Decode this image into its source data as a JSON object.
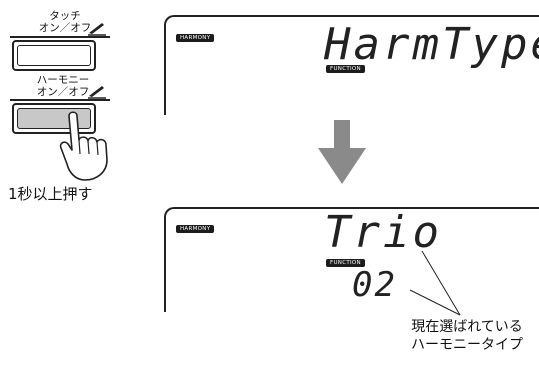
{
  "panel": {
    "touch_label_line1": "タッチ",
    "touch_label_line2": "オン／オフ",
    "harmony_label_line1": "ハーモニー",
    "harmony_label_line2": "オン／オフ",
    "pen_icon": "pen-icon",
    "hand_icon": "pointing-hand-icon",
    "hold_note": "1秒以上押す"
  },
  "display_top": {
    "mode_tag": "HARMONY",
    "main_text": "HarmType",
    "function_tag": "FUNCTION"
  },
  "arrow": {
    "icon": "down-arrow-icon",
    "color": "#8a8a8a"
  },
  "display_bottom": {
    "mode_tag": "HARMONY",
    "main_text": "Trio",
    "function_tag": "FUNCTION",
    "number": "02"
  },
  "callout": {
    "line1": "現在選ばれている",
    "line2": "ハーモニータイプ"
  }
}
